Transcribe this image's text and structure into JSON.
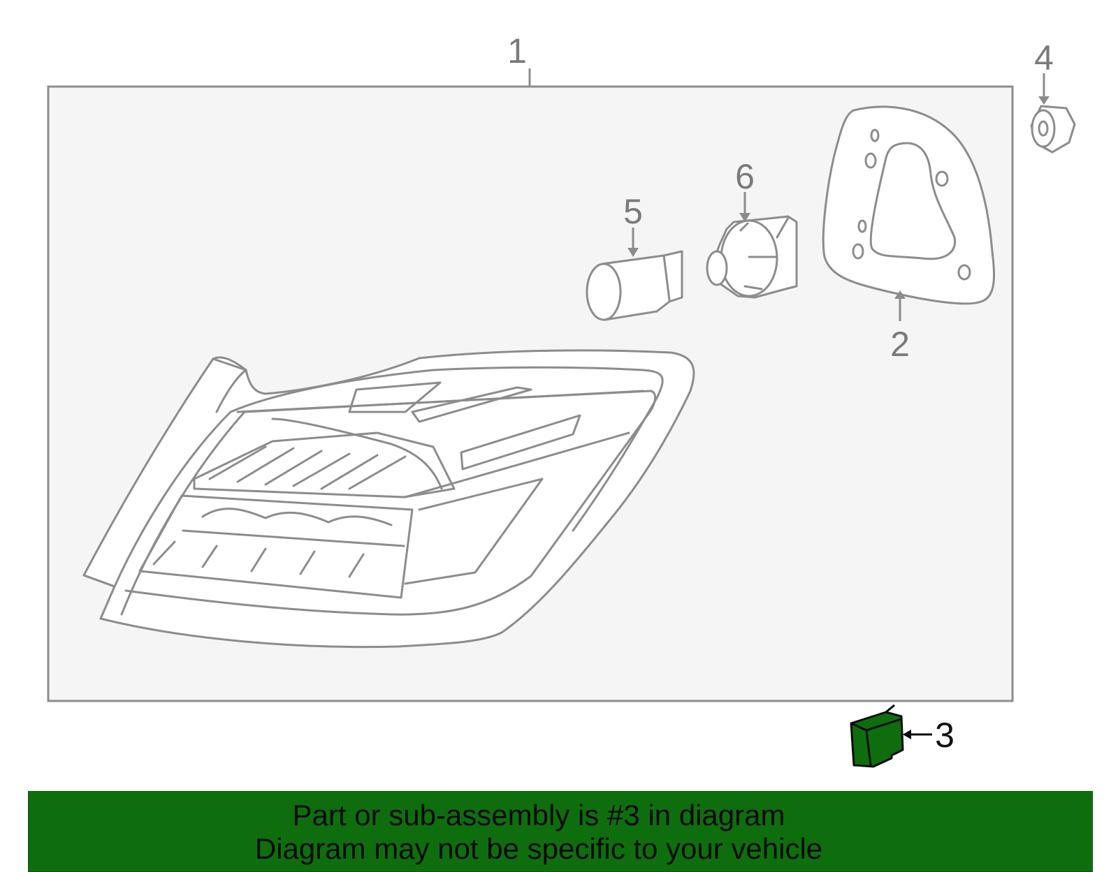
{
  "diagram": {
    "callouts": [
      {
        "id": "1",
        "label": "1"
      },
      {
        "id": "2",
        "label": "2"
      },
      {
        "id": "3",
        "label": "3",
        "highlighted": true
      },
      {
        "id": "4",
        "label": "4"
      },
      {
        "id": "5",
        "label": "5"
      },
      {
        "id": "6",
        "label": "6"
      }
    ],
    "highlight_color": "#0e6e0e",
    "line_color": "#8c8c8c",
    "panel_color": "#f5f5f5"
  },
  "footer": {
    "line1": "Part or sub-assembly is #3 in diagram",
    "line2": "Diagram may not be specific to your vehicle",
    "background": "#0e6e0e"
  }
}
